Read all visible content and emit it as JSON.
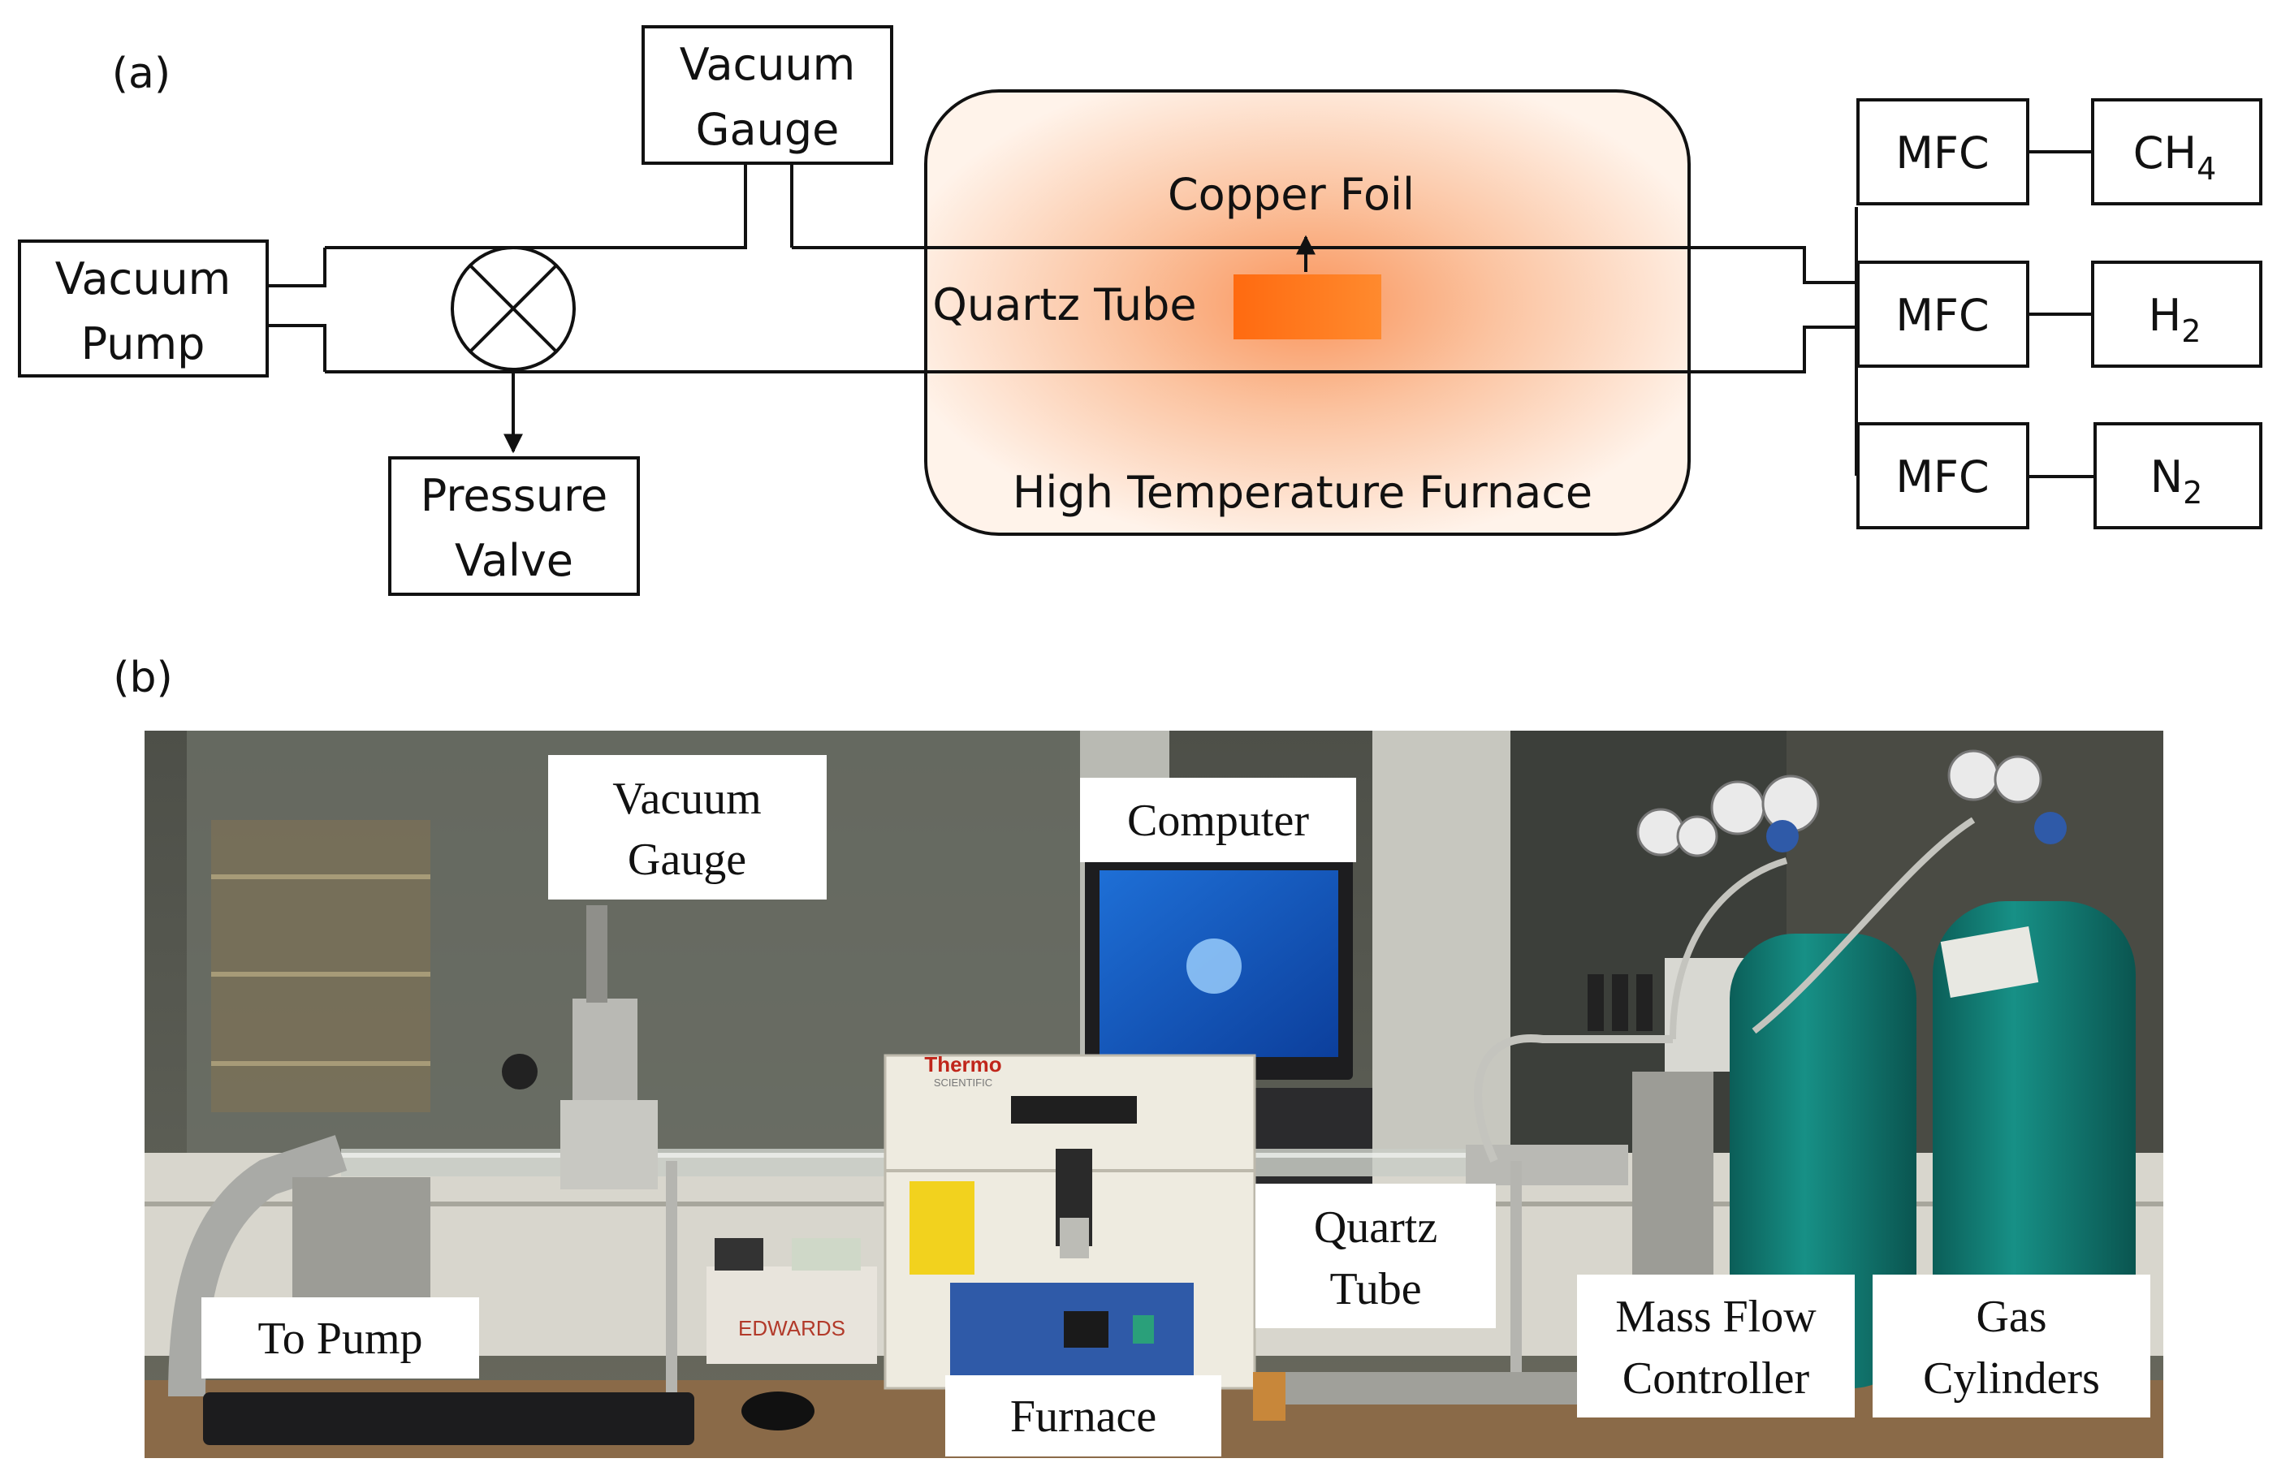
{
  "panel_a": {
    "letter": "(a)",
    "vacuum_gauge": [
      "Vacuum",
      "Gauge"
    ],
    "vacuum_pump": [
      "Vacuum",
      "Pump"
    ],
    "pressure_valve": [
      "Pressure",
      "Valve"
    ],
    "quartz_tube": "Quartz Tube",
    "copper_foil": "Copper Foil",
    "furnace": "High Temperature Furnace",
    "mfc": "MFC",
    "gases": [
      {
        "symbol": "CH",
        "sub": "4"
      },
      {
        "symbol": "H",
        "sub": "2"
      },
      {
        "symbol": "N",
        "sub": "2"
      }
    ]
  },
  "panel_b": {
    "letter": "(b)",
    "vacuum_gauge": [
      "Vacuum",
      "Gauge"
    ],
    "computer": "Computer",
    "to_pump": "To Pump",
    "quartz_tube": [
      "Quartz",
      "Tube"
    ],
    "furnace": "Furnace",
    "mass_flow_controller": [
      "Mass Flow",
      "Controller"
    ],
    "gas_cylinders": [
      "Gas",
      "Cylinders"
    ],
    "furnace_brand": [
      "Thermo",
      "SCIENTIFIC"
    ],
    "pump_brand": "EDWARDS"
  },
  "colors": {
    "foil": "#ff7a1a",
    "furnace_glow": "#fbb48a",
    "cylinder": "#0f7a72",
    "furnace_body": "#eeebe0",
    "furnace_panel": "#2f5aa8"
  }
}
